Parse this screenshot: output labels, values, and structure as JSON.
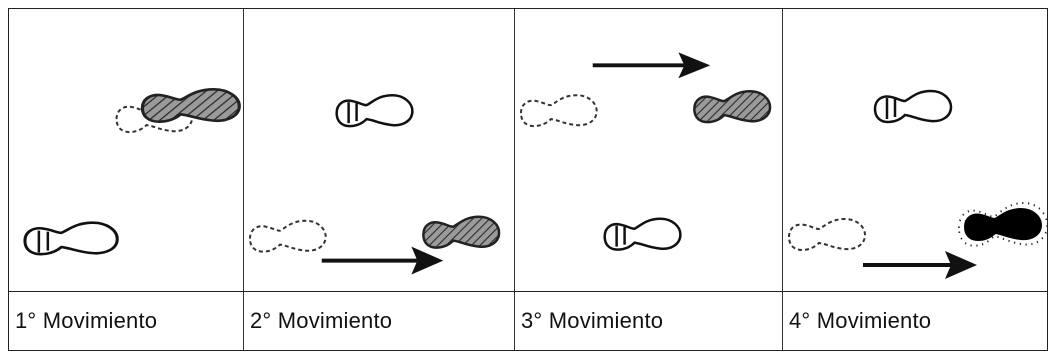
{
  "movements": [
    {
      "label": "1° Movimiento"
    },
    {
      "label": "2° Movimiento"
    },
    {
      "label": "3° Movimiento"
    },
    {
      "label": "4° Movimiento"
    }
  ],
  "icons": {
    "outline_shoe": "shoe-outline-icon",
    "dashed_shoe": "shoe-dashed-icon",
    "hatched_shoe": "shoe-hatched-icon",
    "black_shoe": "shoe-black-glow-icon",
    "arrow": "arrow-right-icon"
  }
}
